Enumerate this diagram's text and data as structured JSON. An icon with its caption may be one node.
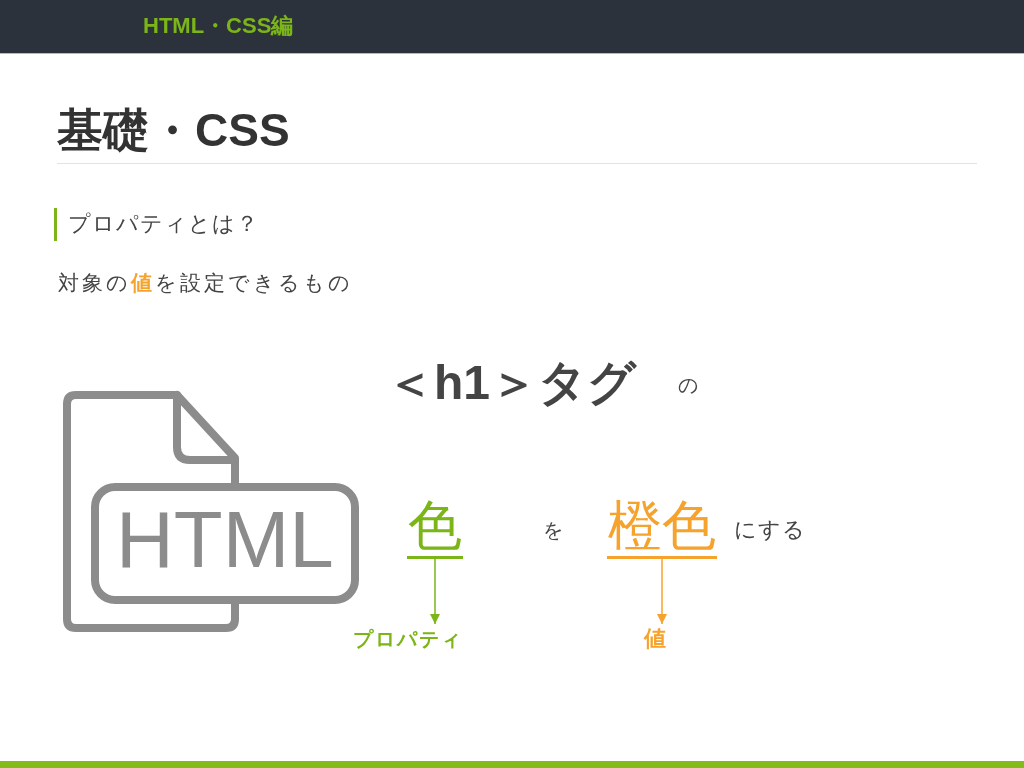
{
  "diagram": {
    "title": "基礎・CSS",
    "nodes": [
      {
        "text": [
          "色"
        ]
      },
      {
        "text": [
          "橙色"
        ]
      },
      {
        "text": [
          "プロパティ"
        ]
      },
      {
        "text": [
          "値"
        ]
      }
    ],
    "edges": [
      {
        "from": 0,
        "to": 2,
        "arrow": "to",
        "color": "#7cb518"
      },
      {
        "from": 1,
        "to": 3,
        "arrow": "to",
        "color": "#f5a32c"
      }
    ],
    "labels": [
      "HTML・CSS編",
      "プロパティとは？",
      "対象の**値**を設定できるもの",
      "＜h1＞タグ",
      "の",
      "HTML",
      "を",
      "にする"
    ]
  }
}
